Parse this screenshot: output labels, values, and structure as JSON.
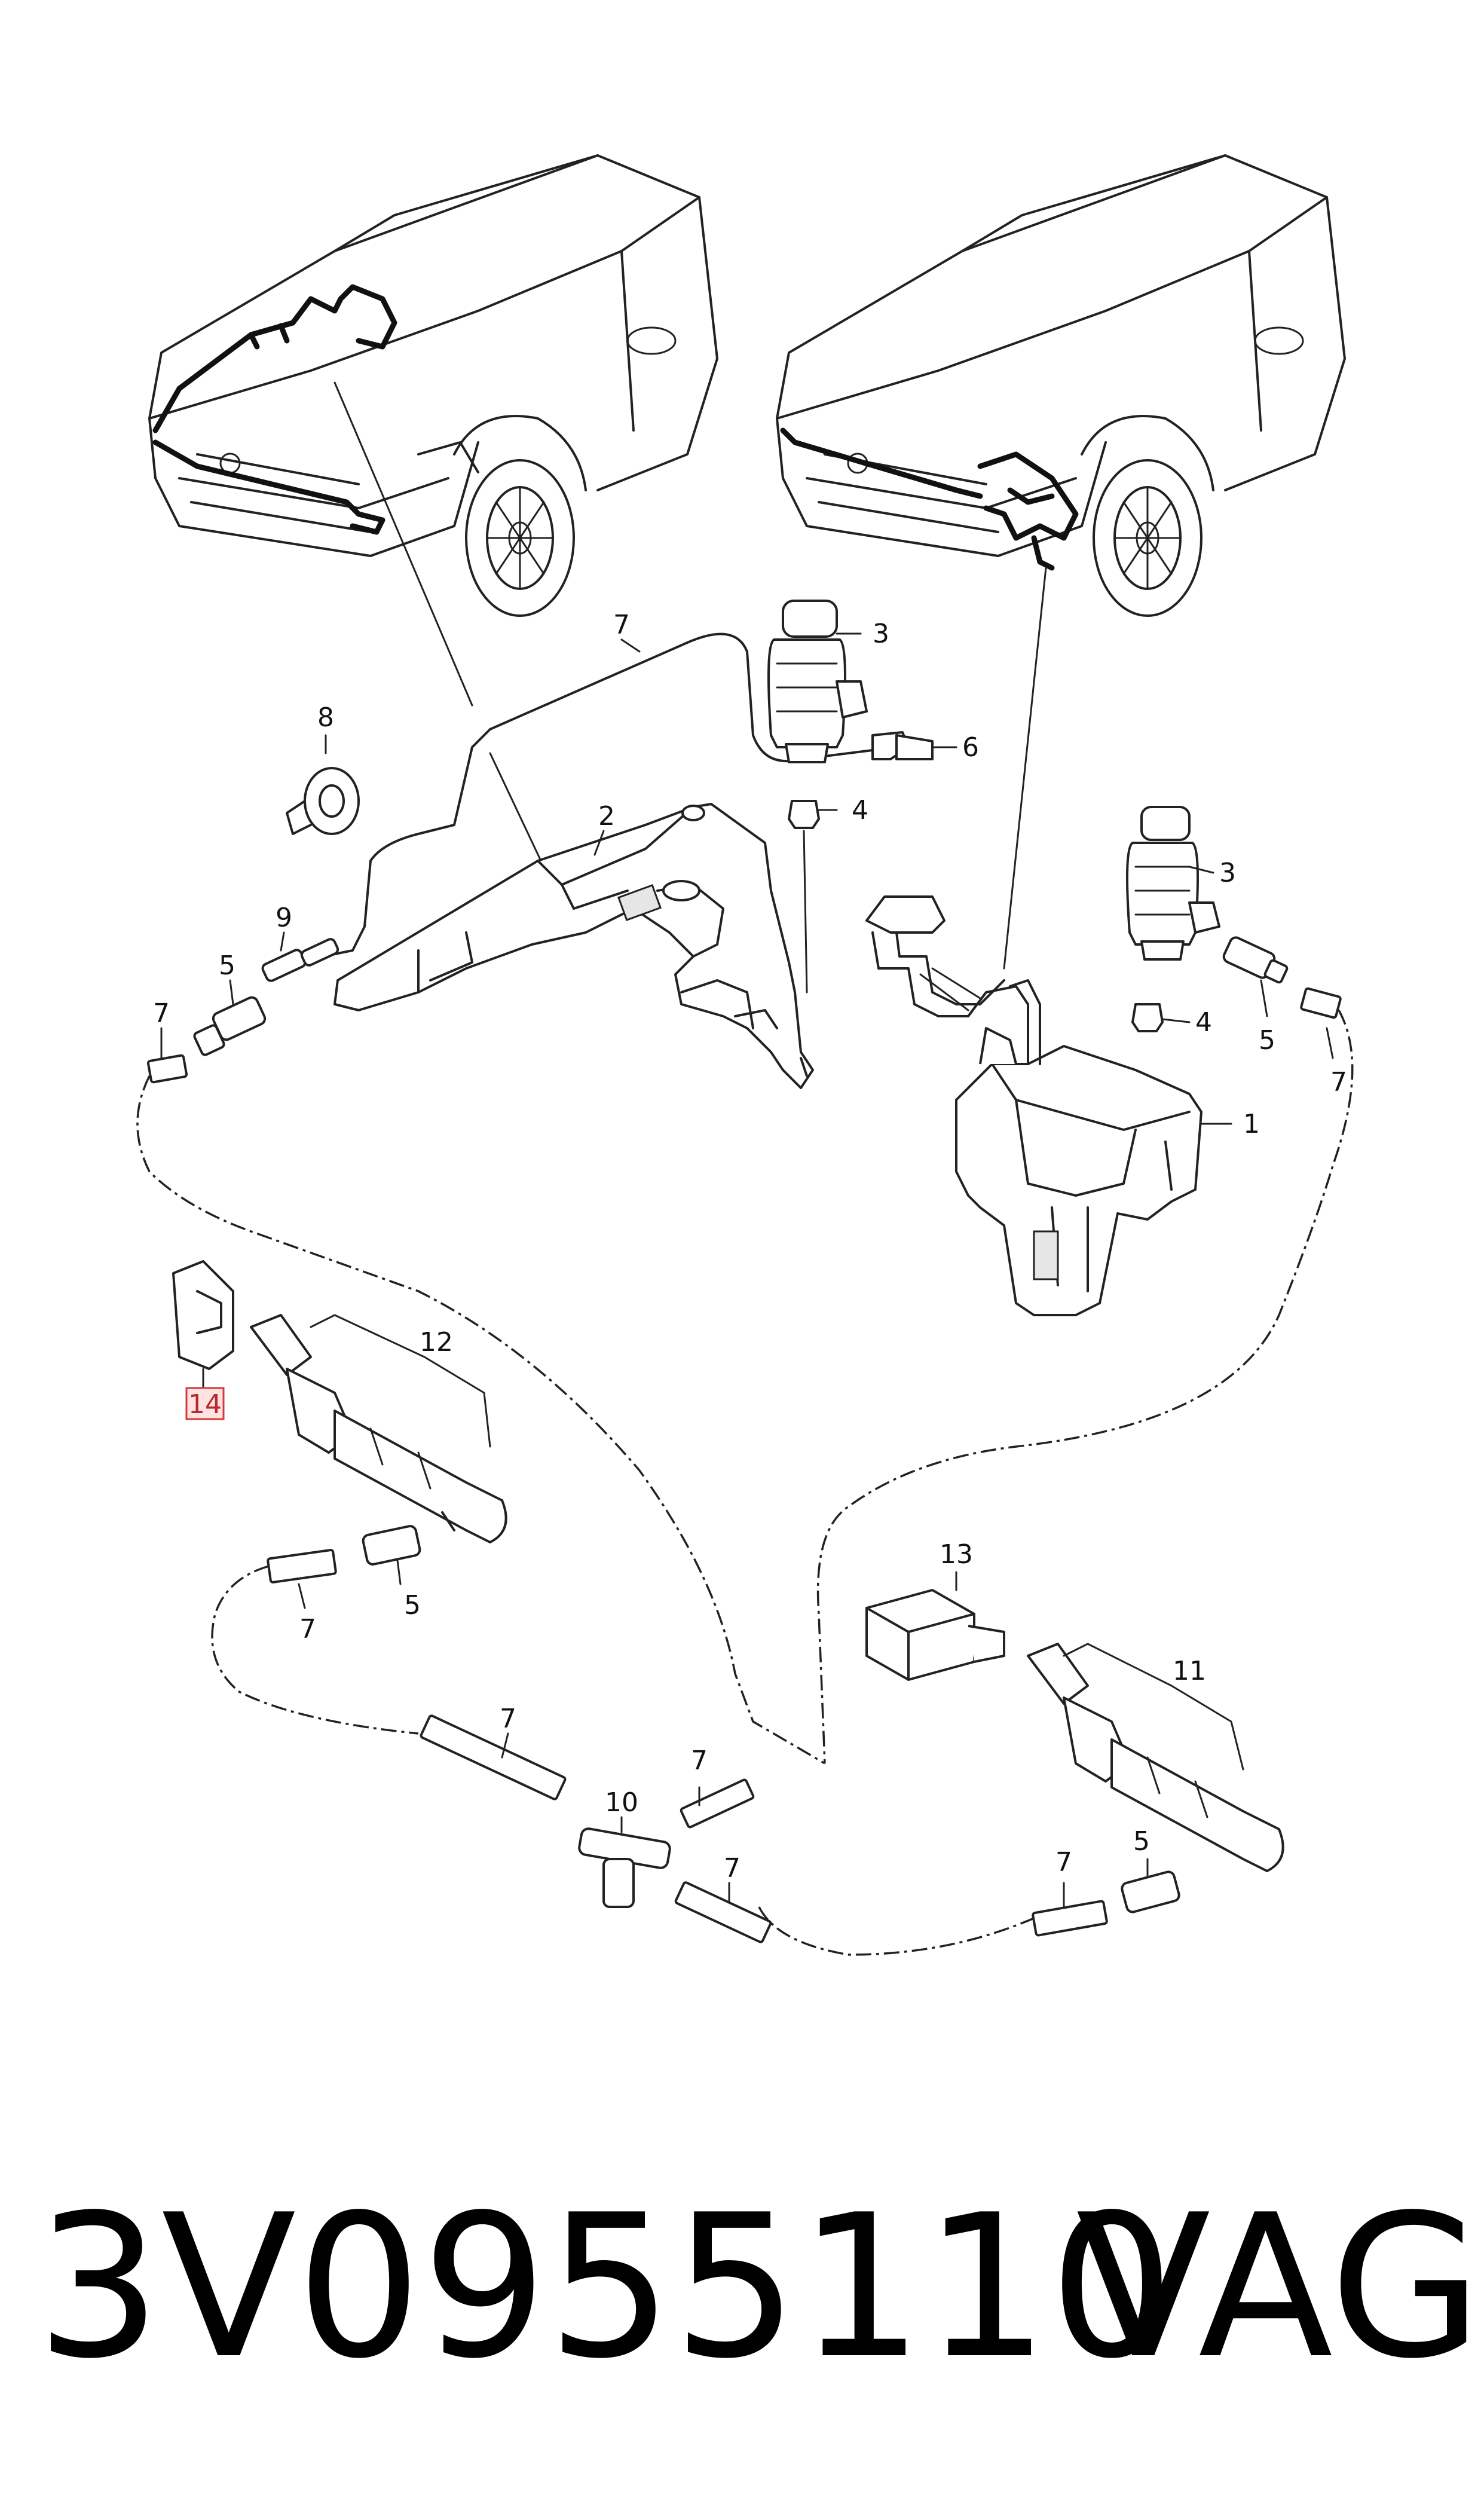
{
  "diagram": {
    "part_number": "3V0955110",
    "brand": "VAG",
    "highlight_color": "#d33a3a",
    "callouts": [
      "1",
      "2",
      "3",
      "3",
      "4",
      "4",
      "5",
      "5",
      "5",
      "5",
      "6",
      "7",
      "7",
      "7",
      "7",
      "7",
      "7",
      "7",
      "7",
      "8",
      "9",
      "10",
      "11",
      "12",
      "13",
      "14"
    ]
  }
}
